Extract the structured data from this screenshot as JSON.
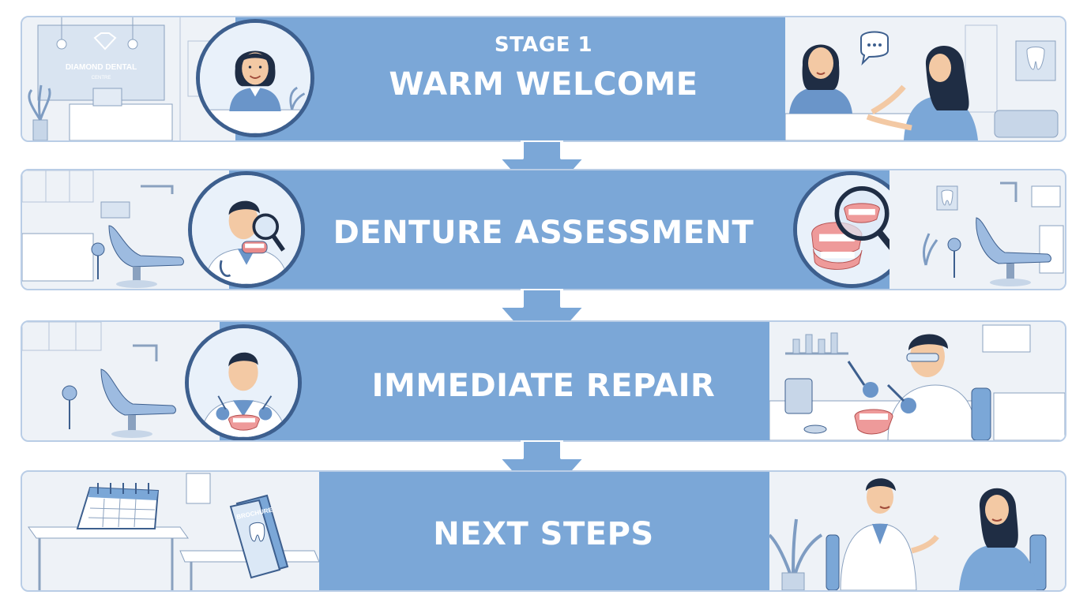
{
  "stages": [
    {
      "stage_label": "STAGE 1",
      "title": "WARM WELCOME",
      "logo_line1": "DIAMOND DENTAL",
      "logo_line2": "CENTRE"
    },
    {
      "title": "DENTURE  ASSESSMENT"
    },
    {
      "title": "IMMEDIATE REPAIR"
    },
    {
      "title": "NEXT STEPS",
      "brochure_label": "BROCHURE"
    }
  ],
  "colors": {
    "band": "#7ba7d7",
    "band_border": "#b9cde6",
    "panel": "#f1f4f8",
    "line_art": "#8aa1bf",
    "medallion_ring": "#3d5f8e",
    "accent_blue": "#5b87c0",
    "skin": "#f3c9a4",
    "hair": "#1f2d44"
  },
  "icons": [
    "tooth-icon",
    "magnifier-icon",
    "speech-bubble-icon",
    "calendar-icon",
    "denture-icon"
  ]
}
